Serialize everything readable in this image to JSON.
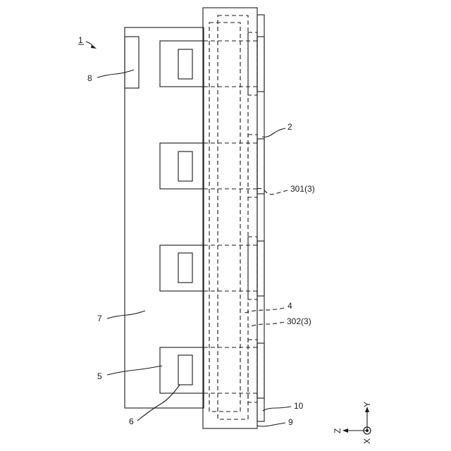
{
  "figure": {
    "labels": {
      "assembly": "1",
      "part_2": "2",
      "part_301": "301(3)",
      "part_4": "4",
      "part_302": "302(3)",
      "part_10": "10",
      "part_9": "9",
      "part_8": "8",
      "part_7": "7",
      "part_5": "5",
      "part_6": "6"
    },
    "axes": {
      "y": "Y",
      "z": "Z",
      "x": "X"
    }
  }
}
